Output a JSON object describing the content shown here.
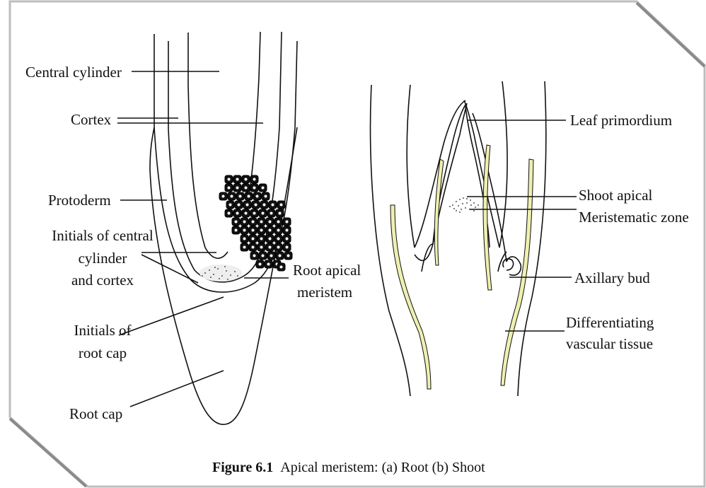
{
  "root_labels": {
    "central_cylinder": "Central cylinder",
    "cortex": "Cortex",
    "protoderm": "Protoderm",
    "initials_central_1": "Initials of central",
    "initials_central_2": "cylinder",
    "initials_central_3": "and cortex",
    "root_apical_1": "Root apical",
    "root_apical_2": "meristem",
    "initials_rootcap_1": "Initials of",
    "initials_rootcap_2": "root cap",
    "root_cap": "Root cap"
  },
  "shoot_labels": {
    "leaf_primordium": "Leaf primordium",
    "shoot_apical": "Shoot apical",
    "meristematic_zone": "Meristematic zone",
    "axillary_bud": "Axillary bud",
    "differentiating_1": "Differentiating",
    "differentiating_2": "vascular tissue"
  },
  "caption": {
    "figure_number": "Figure 6.1",
    "text": "Apical meristem: (a) Root  (b) Shoot"
  },
  "colors": {
    "line": "#111111",
    "vascular": "#eef0b0",
    "frame_shadow": "#9a9a9a"
  }
}
